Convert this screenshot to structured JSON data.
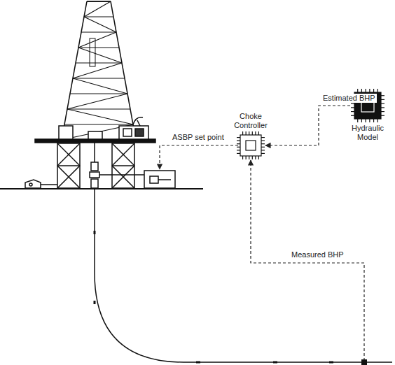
{
  "diagram": {
    "nodes": [
      {
        "text": [
          "Choke Controller"
        ]
      },
      {
        "text": [
          "Hydraulic Model"
        ]
      }
    ],
    "edges": [
      {
        "from": 1,
        "to": 0,
        "label": "Estimated BHP",
        "arrow": "to"
      }
    ],
    "labels": [
      "ASBP set point",
      "Measured BHP"
    ]
  }
}
